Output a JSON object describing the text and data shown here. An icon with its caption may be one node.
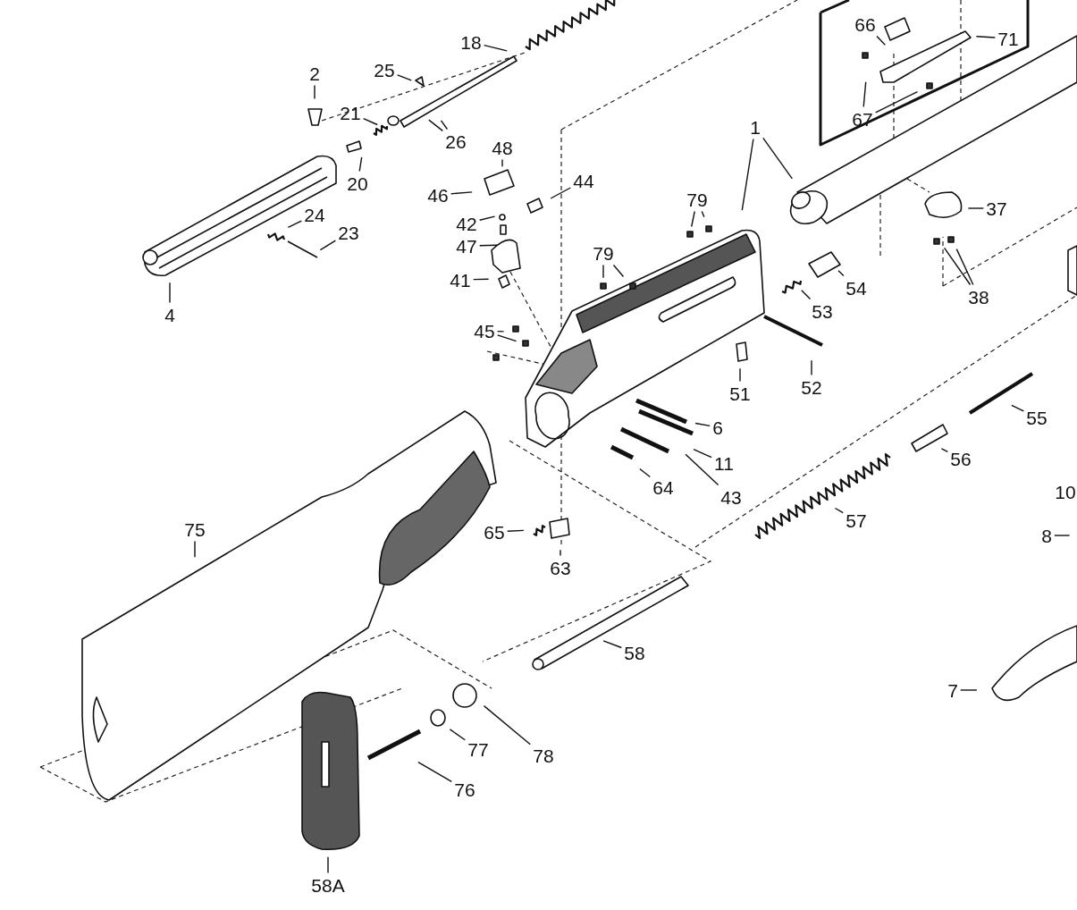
{
  "diagram": {
    "nodes": [
      {
        "text": [
          "18"
        ]
      },
      {
        "text": [
          "25"
        ]
      },
      {
        "text": [
          "2"
        ]
      },
      {
        "text": [
          "21"
        ]
      },
      {
        "text": [
          "26"
        ]
      },
      {
        "text": [
          "1"
        ]
      },
      {
        "text": [
          "66"
        ]
      },
      {
        "text": [
          "71"
        ]
      },
      {
        "text": [
          "67"
        ]
      },
      {
        "text": [
          "48"
        ]
      },
      {
        "text": [
          "20"
        ]
      },
      {
        "text": [
          "46"
        ]
      },
      {
        "text": [
          "44"
        ]
      },
      {
        "text": [
          "79"
        ]
      },
      {
        "text": [
          "42"
        ]
      },
      {
        "text": [
          "37"
        ]
      },
      {
        "text": [
          "24"
        ]
      },
      {
        "text": [
          "47"
        ]
      },
      {
        "text": [
          "23"
        ]
      },
      {
        "text": [
          "79"
        ]
      },
      {
        "text": [
          "41"
        ]
      },
      {
        "text": [
          "38"
        ]
      },
      {
        "text": [
          "54"
        ]
      },
      {
        "text": [
          "4"
        ]
      },
      {
        "text": [
          "53"
        ]
      },
      {
        "text": [
          "45"
        ]
      },
      {
        "text": [
          "52"
        ]
      },
      {
        "text": [
          "51"
        ]
      },
      {
        "text": [
          "55"
        ]
      },
      {
        "text": [
          "6"
        ]
      },
      {
        "text": [
          "56"
        ]
      },
      {
        "text": [
          "11"
        ]
      },
      {
        "text": [
          "64"
        ]
      },
      {
        "text": [
          "43"
        ]
      },
      {
        "text": [
          "57"
        ]
      },
      {
        "text": [
          "65"
        ]
      },
      {
        "text": [
          "75"
        ]
      },
      {
        "text": [
          "8"
        ]
      },
      {
        "text": [
          "63"
        ]
      },
      {
        "text": [
          "58"
        ]
      },
      {
        "text": [
          "7"
        ]
      },
      {
        "text": [
          "77"
        ]
      },
      {
        "text": [
          "78"
        ]
      },
      {
        "text": [
          "76"
        ]
      },
      {
        "text": [
          "58A"
        ]
      }
    ],
    "edges": [
      {
        "from": 0,
        "to": null,
        "arrow": "none"
      },
      {
        "from": 1,
        "to": null,
        "arrow": "none"
      },
      {
        "from": 2,
        "to": null,
        "arrow": "none"
      },
      {
        "from": 3,
        "to": null,
        "arrow": "none"
      },
      {
        "from": 4,
        "to": null,
        "arrow": "none"
      },
      {
        "from": 4,
        "to": null,
        "arrow": "none"
      },
      {
        "from": 5,
        "to": null,
        "arrow": "none"
      },
      {
        "from": 5,
        "to": null,
        "arrow": "none"
      },
      {
        "from": 6,
        "to": null,
        "arrow": "none"
      },
      {
        "from": 7,
        "to": null,
        "arrow": "none"
      },
      {
        "from": 8,
        "to": null,
        "arrow": "none"
      },
      {
        "from": 8,
        "to": null,
        "arrow": "none"
      },
      {
        "from": 9,
        "to": null,
        "arrow": "none"
      },
      {
        "from": 10,
        "to": null,
        "arrow": "none"
      },
      {
        "from": 11,
        "to": null,
        "arrow": "none"
      },
      {
        "from": 12,
        "to": null,
        "arrow": "none"
      },
      {
        "from": 13,
        "to": null,
        "arrow": "none"
      },
      {
        "from": 13,
        "to": null,
        "arrow": "none"
      },
      {
        "from": 14,
        "to": null,
        "arrow": "none"
      },
      {
        "from": 15,
        "to": null,
        "arrow": "none"
      },
      {
        "from": 16,
        "to": null,
        "arrow": "none"
      },
      {
        "from": 17,
        "to": null,
        "arrow": "none"
      },
      {
        "from": 18,
        "to": null,
        "arrow": "none"
      },
      {
        "from": 19,
        "to": null,
        "arrow": "none"
      },
      {
        "from": 19,
        "to": null,
        "arrow": "none"
      },
      {
        "from": 20,
        "to": null,
        "arrow": "none"
      },
      {
        "from": 21,
        "to": null,
        "arrow": "none"
      },
      {
        "from": 21,
        "to": null,
        "arrow": "none"
      },
      {
        "from": 22,
        "to": null,
        "arrow": "none"
      },
      {
        "from": 23,
        "to": null,
        "arrow": "none"
      },
      {
        "from": 24,
        "to": null,
        "arrow": "none"
      },
      {
        "from": 25,
        "to": null,
        "arrow": "none"
      },
      {
        "from": 25,
        "to": null,
        "arrow": "none"
      },
      {
        "from": 26,
        "to": null,
        "arrow": "none"
      },
      {
        "from": 27,
        "to": null,
        "arrow": "none"
      },
      {
        "from": 28,
        "to": null,
        "arrow": "none"
      },
      {
        "from": 29,
        "to": null,
        "arrow": "none"
      },
      {
        "from": 30,
        "to": null,
        "arrow": "none"
      },
      {
        "from": 31,
        "to": null,
        "arrow": "none"
      },
      {
        "from": 32,
        "to": null,
        "arrow": "none"
      },
      {
        "from": 33,
        "to": null,
        "arrow": "none"
      },
      {
        "from": 34,
        "to": null,
        "arrow": "none"
      },
      {
        "from": 35,
        "to": null,
        "arrow": "none"
      },
      {
        "from": 36,
        "to": null,
        "arrow": "none"
      },
      {
        "from": 37,
        "to": null,
        "arrow": "none"
      },
      {
        "from": 38,
        "to": null,
        "arrow": "none"
      },
      {
        "from": 39,
        "to": null,
        "arrow": "none"
      },
      {
        "from": 40,
        "to": null,
        "arrow": "none"
      },
      {
        "from": 41,
        "to": null,
        "arrow": "none"
      },
      {
        "from": 42,
        "to": null,
        "arrow": "none"
      },
      {
        "from": 43,
        "to": null,
        "arrow": "none"
      },
      {
        "from": 44,
        "to": null,
        "arrow": "none"
      }
    ],
    "labels": [
      "10"
    ]
  }
}
